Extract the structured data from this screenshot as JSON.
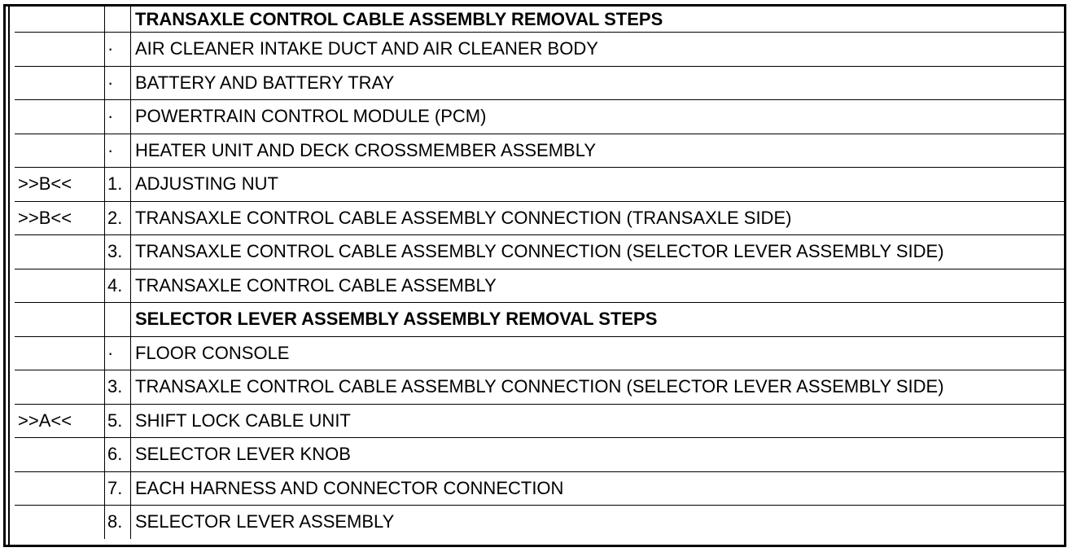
{
  "rows": [
    {
      "ref": "",
      "num": "",
      "text": "TRANSAXLE CONTROL CABLE ASSEMBLY REMOVAL STEPS",
      "heading": true
    },
    {
      "ref": "",
      "num": "·",
      "text": "AIR CLEANER INTAKE DUCT AND AIR CLEANER BODY",
      "heading": false
    },
    {
      "ref": "",
      "num": "·",
      "text": "BATTERY AND BATTERY TRAY",
      "heading": false
    },
    {
      "ref": "",
      "num": "·",
      "text": "POWERTRAIN CONTROL MODULE (PCM)",
      "heading": false
    },
    {
      "ref": "",
      "num": "·",
      "text": "HEATER UNIT AND DECK CROSSMEMBER ASSEMBLY",
      "heading": false
    },
    {
      "ref": ">>B<<",
      "num": "1.",
      "text": "ADJUSTING NUT",
      "heading": false
    },
    {
      "ref": ">>B<<",
      "num": "2.",
      "text": "TRANSAXLE CONTROL CABLE ASSEMBLY CONNECTION (TRANSAXLE SIDE)",
      "heading": false
    },
    {
      "ref": "",
      "num": "3.",
      "text": "TRANSAXLE CONTROL CABLE ASSEMBLY CONNECTION (SELECTOR LEVER ASSEMBLY SIDE)",
      "heading": false
    },
    {
      "ref": "",
      "num": "4.",
      "text": "TRANSAXLE CONTROL CABLE ASSEMBLY",
      "heading": false
    },
    {
      "ref": "",
      "num": "",
      "text": "SELECTOR LEVER ASSEMBLY ASSEMBLY REMOVAL STEPS",
      "heading": true
    },
    {
      "ref": "",
      "num": "·",
      "text": "FLOOR CONSOLE",
      "heading": false
    },
    {
      "ref": "",
      "num": "3.",
      "text": "TRANSAXLE CONTROL CABLE ASSEMBLY CONNECTION (SELECTOR LEVER ASSEMBLY SIDE)",
      "heading": false
    },
    {
      "ref": ">>A<<",
      "num": "5.",
      "text": "SHIFT LOCK CABLE UNIT",
      "heading": false
    },
    {
      "ref": "",
      "num": "6.",
      "text": "SELECTOR LEVER KNOB",
      "heading": false
    },
    {
      "ref": "",
      "num": "7.",
      "text": "EACH HARNESS AND CONNECTOR CONNECTION",
      "heading": false
    },
    {
      "ref": "",
      "num": "8.",
      "text": "SELECTOR LEVER ASSEMBLY",
      "heading": false
    }
  ]
}
